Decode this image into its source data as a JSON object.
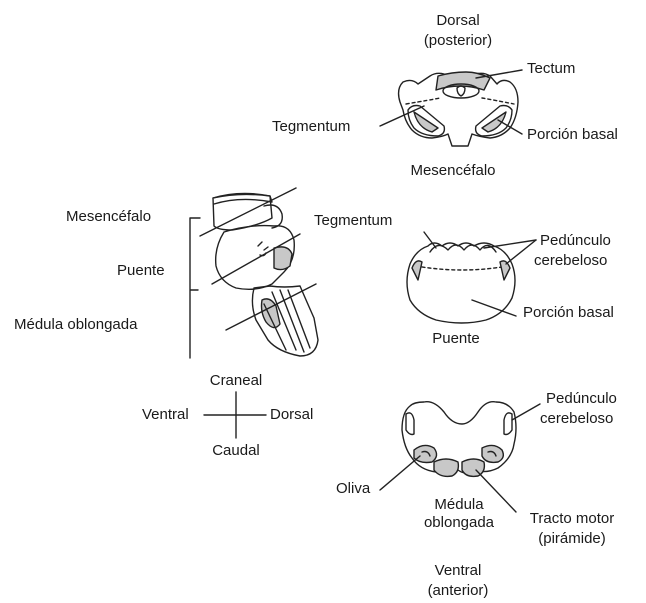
{
  "labels": {
    "dorsal_top": "Dorsal",
    "posterior": "(posterior)",
    "tectum": "Tectum",
    "tegmentum_mid": "Tegmentum",
    "porcion_basal_mid": "Porción basal",
    "mesencefalo_caption": "Mesencéfalo",
    "side_mesencefalo": "Mesencéfalo",
    "side_puente": "Puente",
    "side_medula": "Médula oblongada",
    "tegmentum_pons": "Tegmentum",
    "pedunculo_pons_1": "Pedúnculo",
    "pedunculo_pons_2": "cerebeloso",
    "porcion_basal_pons": "Porción basal",
    "puente_caption": "Puente",
    "craneal": "Craneal",
    "ventral_axis": "Ventral",
    "dorsal_axis": "Dorsal",
    "caudal": "Caudal",
    "pedunculo_med_1": "Pedúnculo",
    "pedunculo_med_2": "cerebeloso",
    "oliva": "Oliva",
    "medula_caption_1": "Médula",
    "medula_caption_2": "oblongada",
    "tracto_1": "Tracto motor",
    "tracto_2": "(pirámide)",
    "ventral_bottom": "Ventral",
    "anterior": "(anterior)"
  },
  "colors": {
    "line": "#222222",
    "shade": "#c8c8c8",
    "background": "#ffffff"
  }
}
